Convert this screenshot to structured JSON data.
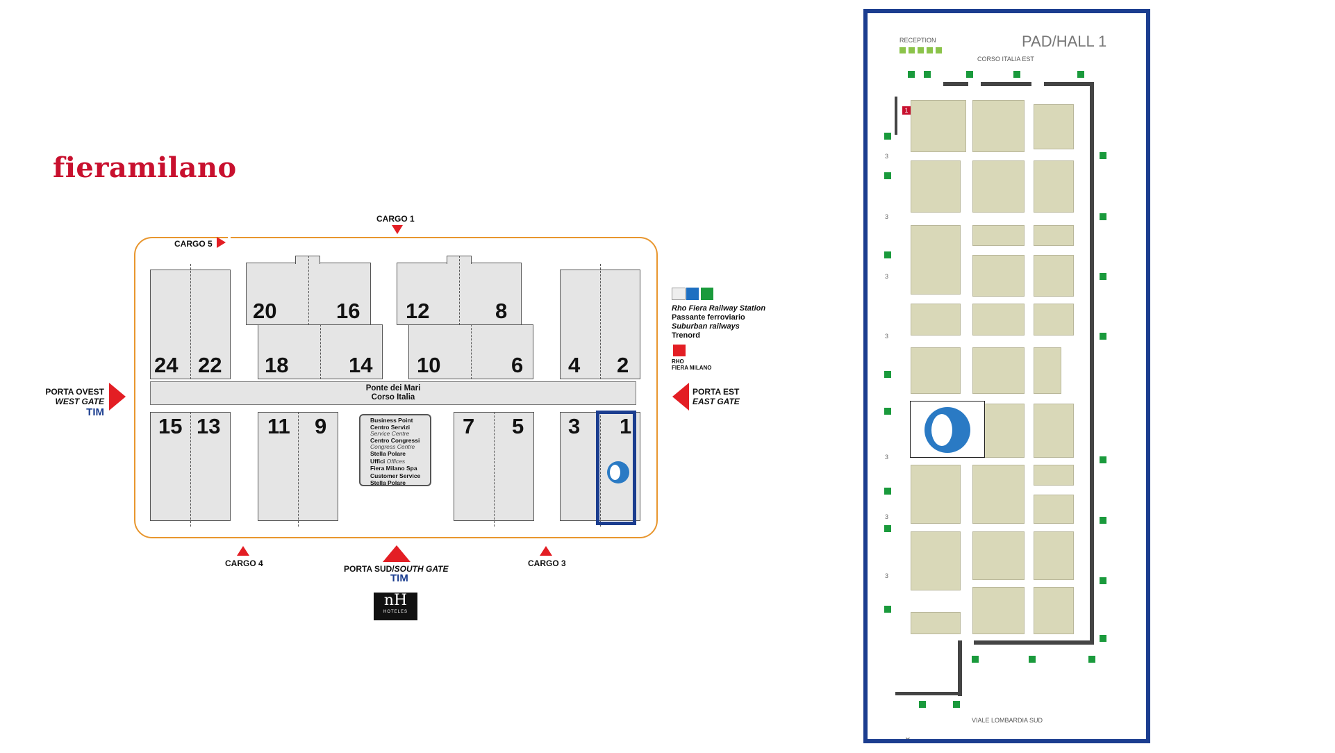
{
  "brand": {
    "logo_text": "fieramilano"
  },
  "halls_top": [
    {
      "id": "24",
      "label": "24"
    },
    {
      "id": "22",
      "label": "22"
    },
    {
      "id": "20",
      "label": "20"
    },
    {
      "id": "16",
      "label": "16"
    },
    {
      "id": "18",
      "label": "18"
    },
    {
      "id": "14",
      "label": "14"
    },
    {
      "id": "12",
      "label": "12"
    },
    {
      "id": "8",
      "label": "8"
    },
    {
      "id": "10",
      "label": "10"
    },
    {
      "id": "6",
      "label": "6"
    },
    {
      "id": "4",
      "label": "4"
    },
    {
      "id": "2",
      "label": "2"
    }
  ],
  "halls_bottom": [
    {
      "id": "15",
      "label": "15"
    },
    {
      "id": "13",
      "label": "13"
    },
    {
      "id": "11",
      "label": "11"
    },
    {
      "id": "9",
      "label": "9"
    },
    {
      "id": "7",
      "label": "7"
    },
    {
      "id": "5",
      "label": "5"
    },
    {
      "id": "3",
      "label": "3"
    },
    {
      "id": "1",
      "label": "1"
    }
  ],
  "corridor": {
    "line1": "Ponte dei Mari",
    "line2": "Corso Italia"
  },
  "cargo": {
    "c1": "CARGO 1",
    "c3": "CARGO 3",
    "c4": "CARGO 4",
    "c5": "CARGO 5"
  },
  "gates": {
    "west_it": "PORTA OVEST",
    "west_en": "WEST GATE",
    "east_it": "PORTA EST",
    "east_en": "EAST GATE",
    "south_it": "PORTA SUD/",
    "south_en": "SOUTH GATE",
    "tim": "TIM"
  },
  "info_box": {
    "l1": "Business Point",
    "l2": "Centro Servizi",
    "l3": "Service Centre",
    "l4": "Centro Congressi",
    "l5": "Congress Centre",
    "l6": "Stella Polare",
    "l7": "Uffici",
    "l7b": "Offices",
    "l8": "Fiera Milano Spa",
    "l9": "Customer Service",
    "l10": "Stella Polare"
  },
  "rail": {
    "station": "Rho Fiera Railway Station",
    "passante": "Passante ferroviario",
    "suburban": "Suburban railways",
    "trenord": "Trenord",
    "metro1": "RHO",
    "metro2": "FIERA MILANO"
  },
  "hotel": {
    "brand": "nH",
    "sub": "HOTELES"
  },
  "hall_plan": {
    "title": "PAD/HALL 1",
    "reception": "RECEPTION",
    "north_street": "CORSO ITALIA EST",
    "south_street": "VIALE LOMBARDIA SUD",
    "row_marker": "3",
    "entrance_marker": "1"
  },
  "colors": {
    "accent_red": "#e31e24",
    "brand_blue": "#1b3d8f",
    "perimeter": "#e8962e",
    "stand": "#d9d8b8",
    "exit_green": "#1a9a3c",
    "logo_blue": "#2a7ac4"
  }
}
